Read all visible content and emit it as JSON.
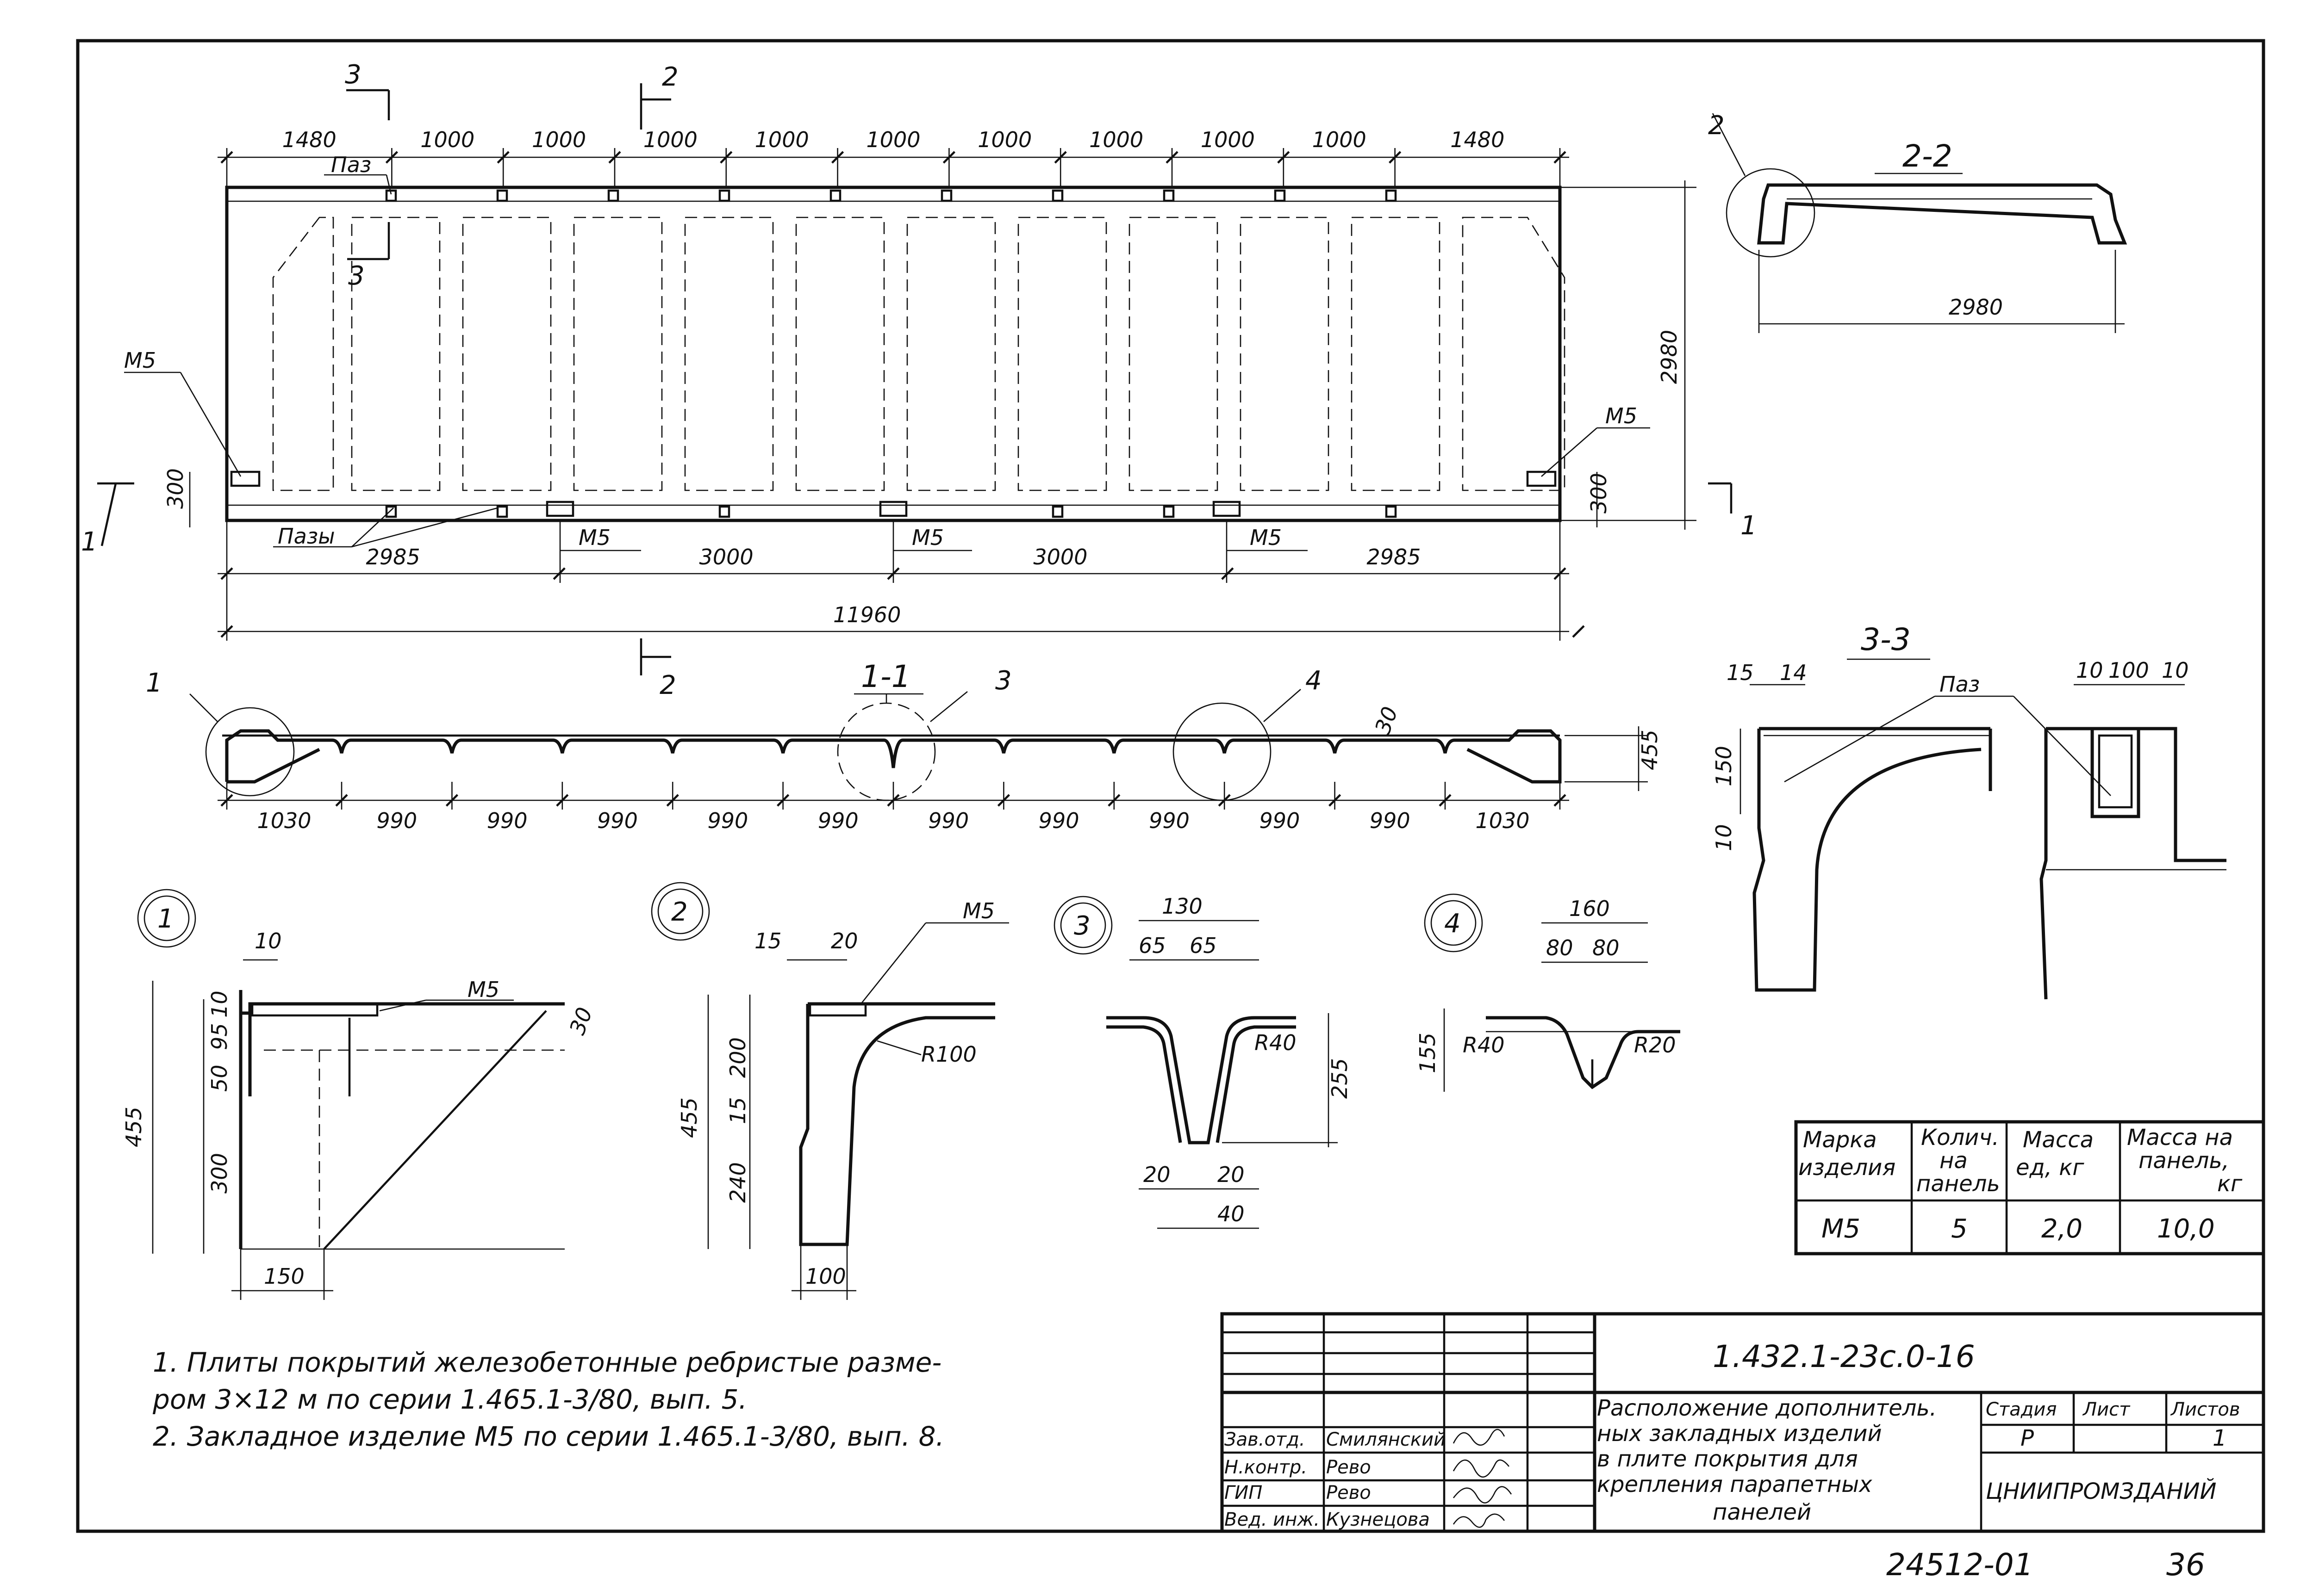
{
  "drawing": {
    "plan_dims_top": [
      "1480",
      "1000",
      "1000",
      "1000",
      "1000",
      "1000",
      "1000",
      "1000",
      "1000",
      "1000",
      "1480"
    ],
    "plan_dims_bottom": [
      "2985",
      "3000",
      "3000",
      "2985"
    ],
    "overall_length": "11960",
    "width": "2980",
    "edge_offset": "300",
    "section_marks": [
      "1",
      "1",
      "2",
      "2",
      "3",
      "3"
    ],
    "labels": {
      "groove": "Паз",
      "grooves": "Пазы",
      "embedded_part": "М5",
      "sec_1_1": "1-1",
      "sec_2_2": "2-2",
      "sec_3_3": "3-3",
      "call_1": "1",
      "call_2": "2",
      "call_3": "3",
      "call_4": "4"
    },
    "rib_dims": [
      "1030",
      "990",
      "990",
      "990",
      "990",
      "990",
      "990",
      "990",
      "990",
      "990",
      "990",
      "1030"
    ],
    "elevation_height": "455",
    "elevation_top": "30",
    "sec22_width": "2980",
    "sec33_dims": {
      "a": "15",
      "b": "14",
      "c": "150",
      "d": "10",
      "e": "10",
      "f": "100",
      "g": "10"
    },
    "detail1": {
      "top": "10",
      "h": "455",
      "a": "10",
      "b": "95",
      "c": "50",
      "d": "300",
      "e": "30",
      "w": "150"
    },
    "detail2": {
      "a": "15",
      "b": "20",
      "h": "455",
      "c": "200",
      "d": "15",
      "e": "240",
      "r": "R100",
      "w": "100"
    },
    "detail3": {
      "w": "130",
      "a": "65",
      "b": "65",
      "h": "255",
      "r": "R40",
      "c": "20",
      "d": "20",
      "e": "40"
    },
    "detail4": {
      "w": "160",
      "a": "80",
      "b": "80",
      "h": "155",
      "r1": "R40",
      "r2": "R20"
    }
  },
  "spec_table": {
    "headers": [
      [
        "Марка",
        "изделия"
      ],
      [
        "Колич.",
        "на",
        "панель"
      ],
      [
        "Масса",
        "ед, кг"
      ],
      [
        "Масса на",
        "панель,",
        "кг"
      ]
    ],
    "row": [
      "М5",
      "5",
      "2,0",
      "10,0"
    ]
  },
  "notes": [
    "1. Плиты покрытий железобетонные ребристые разме-",
    "ром 3×12 м по серии 1.465.1-3/80, вып. 5.",
    "2. Закладное изделие М5 по серии 1.465.1-3/80, вып. 8."
  ],
  "title_block": {
    "code": "1.432.1-23с.0-16",
    "title_lines": [
      "Расположение дополнитель.",
      "ных закладных изделий",
      "в плите покрытия для",
      "крепления парапетных",
      "панелей"
    ],
    "stage_header": "Стадия",
    "sheet_header": "Лист",
    "sheets_header": "Листов",
    "stage": "Р",
    "sheets": "1",
    "org": "ЦНИИПРОМЗДАНИЙ",
    "staff": [
      {
        "role": "Зав.отд.",
        "name": "Смилянский"
      },
      {
        "role": "Н.контр.",
        "name": "Рево"
      },
      {
        "role": "ГИП",
        "name": "Рево"
      },
      {
        "role": "Вед. инж.",
        "name": "Кузнецова"
      }
    ]
  },
  "footer": {
    "number": "24512-01",
    "page": "36"
  }
}
